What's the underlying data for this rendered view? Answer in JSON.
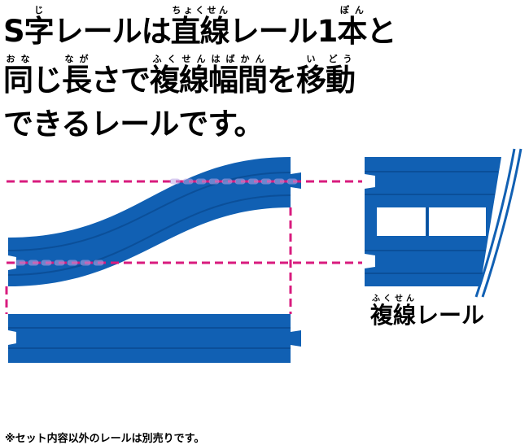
{
  "headline": {
    "line1": [
      {
        "text": "S"
      },
      {
        "text": "字",
        "ruby": "じ"
      },
      {
        "text": "レールは"
      },
      {
        "text": "直線",
        "ruby": "ちょくせん"
      },
      {
        "text": "レール1"
      },
      {
        "text": "本",
        "ruby": "ぽん"
      },
      {
        "text": "と"
      }
    ],
    "line2": [
      {
        "text": "同",
        "ruby": "おな"
      },
      {
        "text": "じ"
      },
      {
        "text": "長",
        "ruby": "なが"
      },
      {
        "text": "さで"
      },
      {
        "text": "複線",
        "ruby": "ふくせん"
      },
      {
        "text": "幅",
        "ruby": "はば"
      },
      {
        "text": "間",
        "ruby": "かん"
      },
      {
        "text": "を"
      },
      {
        "text": "移",
        "ruby": "い"
      },
      {
        "text": "動",
        "ruby": "どう"
      }
    ],
    "line3": "できるレールです。"
  },
  "double_rail_label": {
    "text": "複線",
    "ruby": "ふくせん",
    "suffix": "レール"
  },
  "note": "※セット内容以外のレールは別売りです。",
  "colors": {
    "rail": "#1160b3",
    "groove": "#0b4f99",
    "guide": "#d81b7e"
  }
}
